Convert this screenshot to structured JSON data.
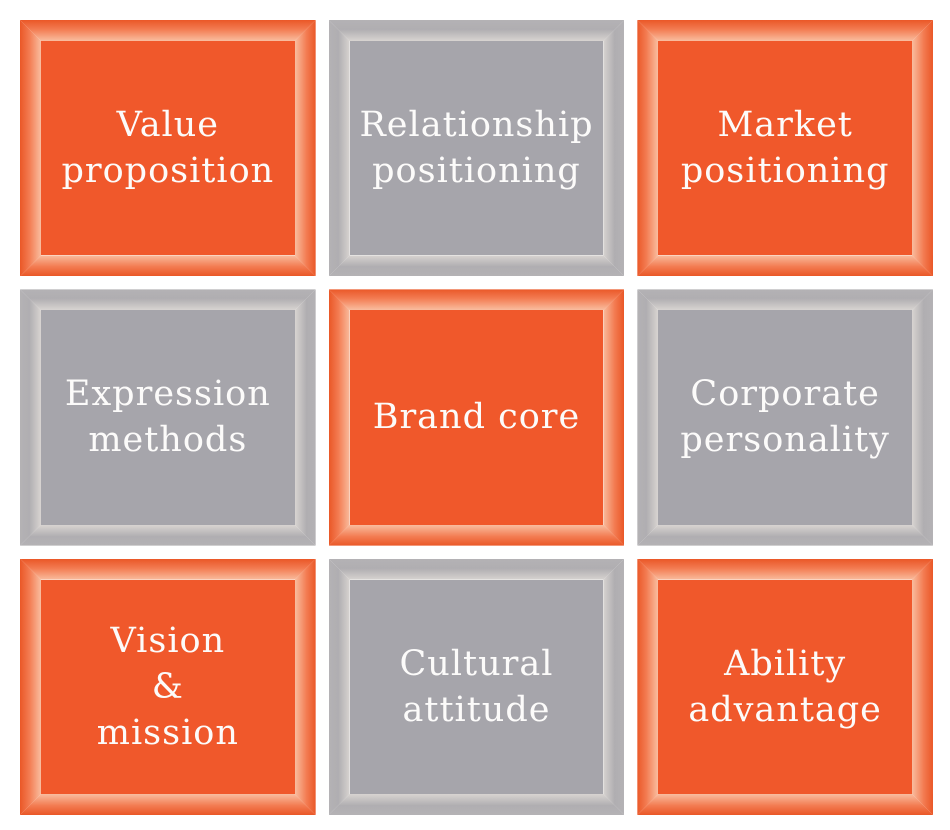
{
  "page": {
    "background_color": "#FFFFFF"
  },
  "palette": {
    "orange_face": "#F0582B",
    "orange_bevel_highlight": "#F9BD9F",
    "orange_bevel_base": "#EA5727",
    "gray_face": "#A6A5AB",
    "gray_bevel_highlight": "#D8D4D1",
    "gray_bevel_base": "#B4B2B5",
    "label_text_color": "#FCFBFA"
  },
  "diagram": {
    "type": "brand-core-matrix",
    "rows": 3,
    "columns": 3
  },
  "cells": [
    {
      "label": "Value\nproposition",
      "variant": "orange",
      "css_class": "box orange"
    },
    {
      "label": "Relationship\npositioning",
      "variant": "gray",
      "css_class": "box gray"
    },
    {
      "label": "Market\npositioning",
      "variant": "orange",
      "css_class": "box orange"
    },
    {
      "label": "Expression\nmethods",
      "variant": "gray",
      "css_class": "box gray"
    },
    {
      "label": "Brand core",
      "variant": "orange",
      "css_class": "box orange"
    },
    {
      "label": "Corporate\npersonality",
      "variant": "gray",
      "css_class": "box gray"
    },
    {
      "label": "Vision\n&\nmission",
      "variant": "orange",
      "css_class": "box orange"
    },
    {
      "label": "Cultural\nattitude",
      "variant": "gray",
      "css_class": "box gray"
    },
    {
      "label": "Ability\nadvantage",
      "variant": "orange",
      "css_class": "box orange"
    }
  ]
}
